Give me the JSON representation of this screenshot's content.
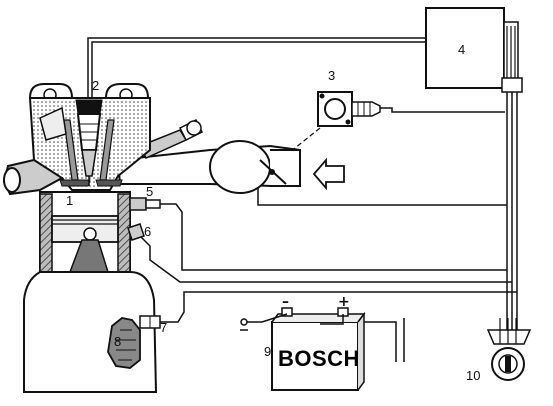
{
  "labels": {
    "n1": "1",
    "n2": "2",
    "n3": "3",
    "n4": "4",
    "n5": "5",
    "n6": "6",
    "n7": "7",
    "n8": "8",
    "n9": "9",
    "n10": "10"
  },
  "battery": {
    "brand": "BOSCH",
    "minus": "–",
    "plus": "+"
  },
  "colors": {
    "ink": "#111111",
    "hatch_gray": "#8a8a8a",
    "background": "#ffffff"
  }
}
